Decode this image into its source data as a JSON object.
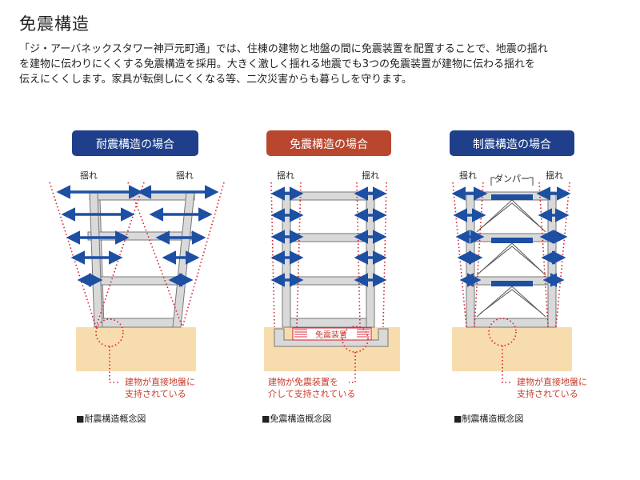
{
  "page_title": "免震構造",
  "description": [
    "「ジ・アーバネックスタワー神戸元町通」では、住棟の建物と地盤の間に免震装置を配置することで、地震の揺れ",
    "を建物に伝わりにくくする免震構造を採用。大きく激しく揺れる地震でも3つの免震装置が建物に伝わる揺れを",
    "伝えにくくします。家具が転倒しにくくなる等、二次災害からも暮らしを守ります。"
  ],
  "colors": {
    "blue_header": "#1f3f8a",
    "red_header": "#b9472e",
    "arrow_blue": "#1d4fa3",
    "dotted_red": "#d81c2c",
    "callout_red": "#c93b2b",
    "ground": "#f7dcae",
    "frame_fill": "#d9d9d9",
    "frame_stroke": "#777777"
  },
  "panels": [
    {
      "header": "耐震構造の場合",
      "sway_left": "揺れ",
      "sway_right": "揺れ",
      "callout": [
        "建物が直接地盤に",
        "支持されている"
      ],
      "caption": "■耐震構造概念図"
    },
    {
      "header": "免震構造の場合",
      "sway_left": "揺れ",
      "sway_right": "揺れ",
      "device_label": "免震装置",
      "callout": [
        "建物が免震装置を",
        "介して支持されている"
      ],
      "caption": "■免震構造概念図"
    },
    {
      "header": "制震構造の場合",
      "sway_left": "揺れ",
      "sway_right": "揺れ",
      "damper_label": "ダンパー",
      "callout": [
        "建物が直接地盤に",
        "支持されている"
      ],
      "caption": "■制震構造概念図"
    }
  ]
}
